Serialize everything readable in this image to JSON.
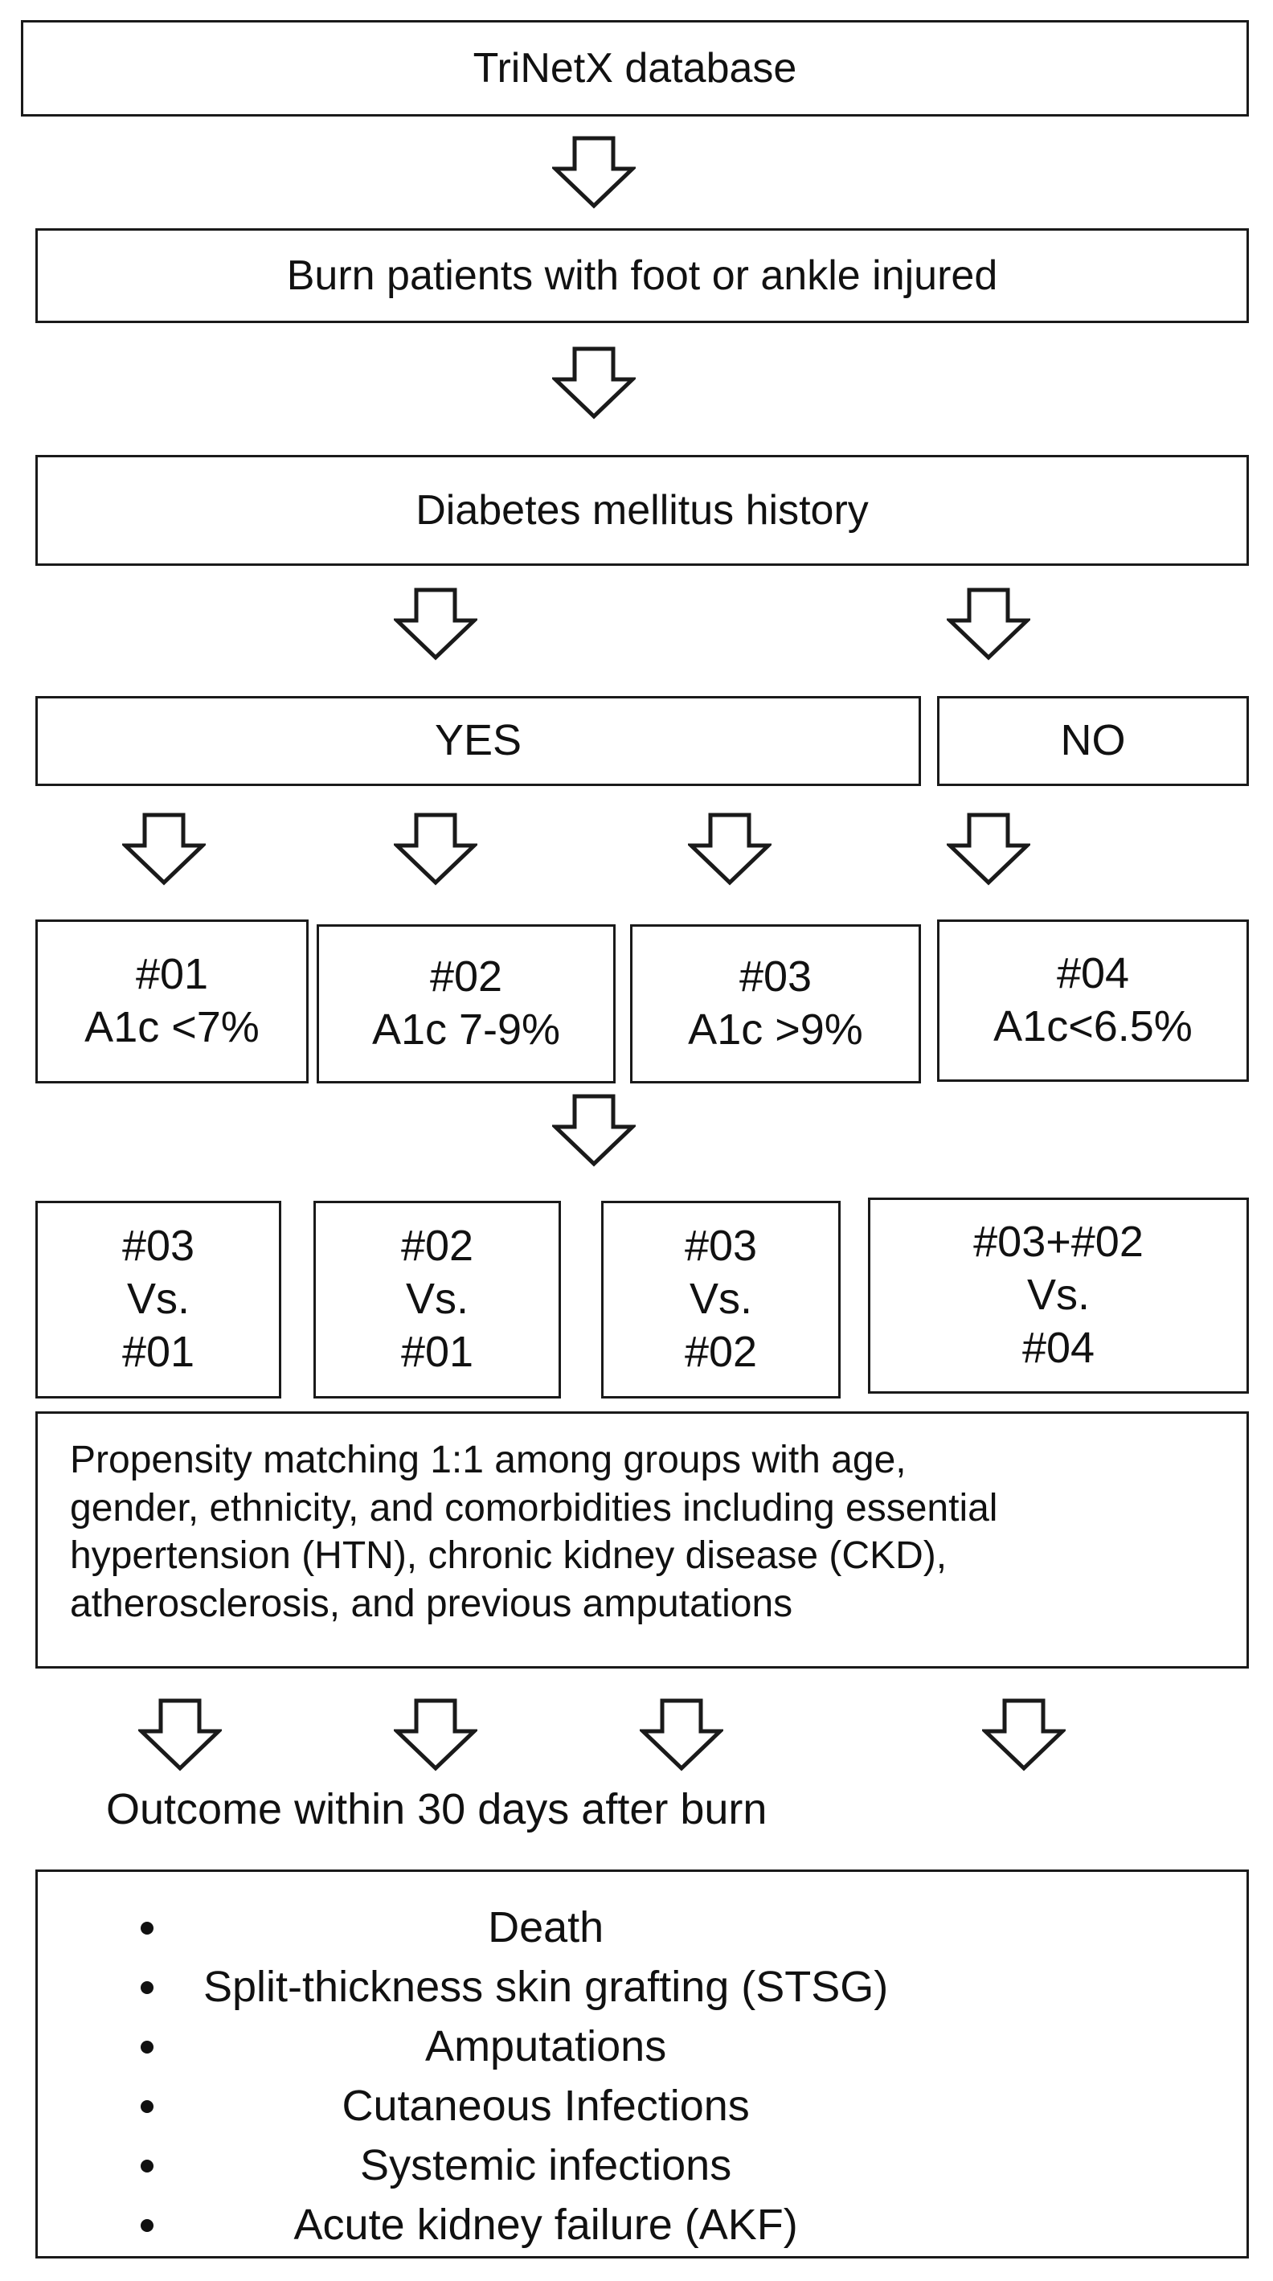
{
  "nodes": {
    "database": "TriNetX database",
    "population": "Burn patients with foot or ankle injured",
    "dm_history": "Diabetes mellitus history",
    "yes": "YES",
    "no": "NO"
  },
  "groups": [
    {
      "id": "#01",
      "criterion": "A1c <7%"
    },
    {
      "id": "#02",
      "criterion": "A1c 7-9%"
    },
    {
      "id": "#03",
      "criterion": "A1c >9%"
    },
    {
      "id": "#04",
      "criterion": "A1c<6.5%"
    }
  ],
  "comparisons": [
    {
      "a": "#03",
      "vs": "Vs.",
      "b": "#01"
    },
    {
      "a": "#02",
      "vs": "Vs.",
      "b": "#01"
    },
    {
      "a": "#03",
      "vs": "Vs.",
      "b": "#02"
    },
    {
      "a": "#03+#02",
      "vs": "Vs.",
      "b": "#04"
    }
  ],
  "matching": {
    "lines": [
      "Propensity matching 1:1 among groups with age,",
      "gender, ethnicity, and comorbidities including essential",
      "hypertension (HTN), chronic kidney disease (CKD),",
      "atherosclerosis, and previous amputations"
    ]
  },
  "outcome": {
    "title": "Outcome within 30 days after burn",
    "items": [
      "Death",
      "Split-thickness skin grafting (STSG)",
      "Amputations",
      "Cutaneous Infections",
      "Systemic infections",
      "Acute kidney failure (AKF)"
    ]
  },
  "colors": {
    "stroke": "#1a1a1a",
    "fill": "#ffffff",
    "text": "#111111"
  },
  "icons": {
    "arrow": "hollow-down-arrow"
  }
}
